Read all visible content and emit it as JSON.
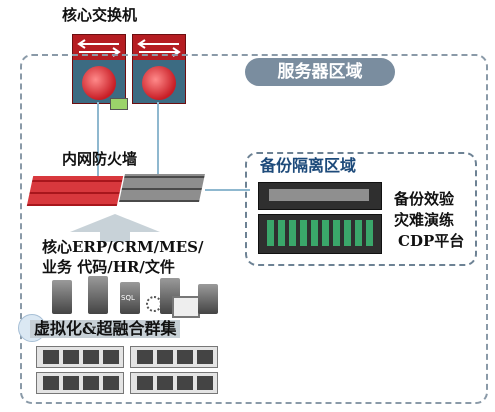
{
  "core_switch_label": "核心交换机",
  "server_zone_label": "服务器区域",
  "firewall_label": "内网防火墙",
  "backup_zone_label": "备份隔离区域",
  "backup_services": [
    "备份效验",
    "灾难演练",
    "CDP平台"
  ],
  "business_systems": [
    "核心ERP/CRM/MES/",
    "业务 代码/HR/文件"
  ],
  "cluster_label": "虚拟化&超融合群集",
  "sql_text": "SQL",
  "colors": {
    "switch_red": "#b51d22",
    "switch_blue": "#3c6b82",
    "zone_border": "#8a9aa8",
    "zone_pill": "#7a8d9f",
    "firewall_red": "#d8383d",
    "firewall_gray": "#8e8e8e",
    "arrow_gray": "#c8d2d8",
    "backup_green": "#3aa76a"
  }
}
